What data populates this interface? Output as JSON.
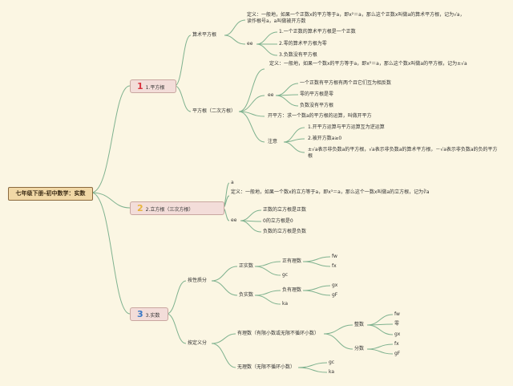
{
  "root": "七年级下册-初中数学：实数",
  "topics": [
    {
      "num": "1",
      "num_color": "#d9333f",
      "label": "1.平方根",
      "sections": [
        {
          "label": "算术平方根",
          "definition": "定义：一般地，如果一个正数x的平方等于a，即x²＝a，那么这个正数x叫做a的算术平方根，记为√a，读作根号a，a叫做被开方数",
          "ee": "ee",
          "properties": [
            "1.一个正数的算术平方根是一个正数",
            "2.零的算术平方根为零",
            "3.负数没有平方根"
          ]
        },
        {
          "label": "平方根（二次方根）",
          "definition": "定义：一般地，如果一个数x的平方等于a，即x²＝a，那么这个数x叫做a的平方根，记为±√a",
          "ee": "ee",
          "properties": [
            "一个正数有平方根有两个且它们互为相反数",
            "零的平方根是零",
            "负数没有平方根"
          ],
          "kaifang": "开平方：求一个数a的平方根的运算，叫做开平方",
          "note_label": "注意",
          "notes": [
            "1.开平方运算与平方运算互为逆运算",
            "2.被开方数a≥0",
            "±√a表示非负数a的平方根，√a表示非负数a的算术平方根，－√a表示非负数a的负的平方根"
          ]
        }
      ]
    },
    {
      "num": "2",
      "num_color": "#e8b43a",
      "label": "2.立方根（三次方根）",
      "a": "a",
      "definition": "定义：一般地，如果一个数x的立方等于a，即x³＝a，那么这个一数x叫做a的立方根，记为∛a",
      "ee": "ee",
      "properties": [
        "正数的立方根是正数",
        "0的立方根是0",
        "负数的立方根是负数"
      ]
    },
    {
      "num": "3",
      "num_color": "#3a78c6",
      "label": "3.实数",
      "by_sign": {
        "label": "按性质分",
        "positive": {
          "label": "正实数",
          "sub_label": "正有理数",
          "sub_items": [
            "fw",
            "fx"
          ],
          "other": "gc"
        },
        "negative": {
          "label": "负实数",
          "sub_label": "负有理数",
          "sub_items": [
            "gx",
            "gF"
          ],
          "other": "ka"
        }
      },
      "by_def": {
        "label": "按定义分",
        "rational": {
          "label": "有理数（有限小数或无限不循环小数）",
          "integer": {
            "label": "整数",
            "items": [
              "fw",
              "零",
              "gx"
            ]
          },
          "fraction": {
            "label": "分数",
            "items": [
              "fx",
              "gF"
            ]
          }
        },
        "irrational": {
          "label": "无理数（无限不循环小数）",
          "items": [
            "gc",
            "ka"
          ]
        }
      }
    }
  ]
}
